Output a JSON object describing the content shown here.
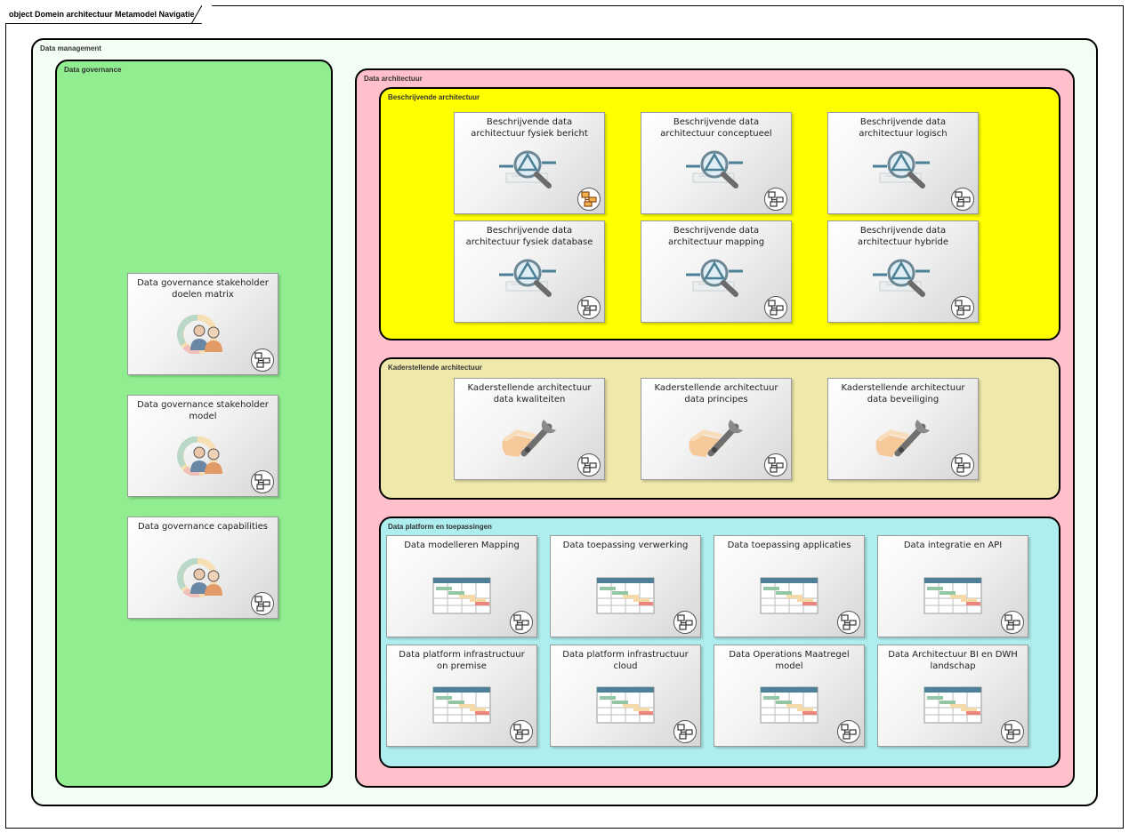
{
  "diagram": {
    "title": "object Domein architectuur Metamodel Navigatie"
  },
  "groups": {
    "data_management": {
      "label": "Data management",
      "color": "#f3fdf3"
    },
    "data_governance": {
      "label": "Data governance",
      "color": "#90ee90"
    },
    "data_architectuur": {
      "label": "Data architectuur",
      "color": "#ffc0cb"
    },
    "beschrijvende": {
      "label": "Beschrijvende architectuur",
      "color": "#ffff00"
    },
    "kaderstellende": {
      "label": "Kaderstellende architectuur",
      "color": "#eee8aa"
    },
    "platform": {
      "label": "Data platform en toepassingen",
      "color": "#afeeee"
    }
  },
  "governance_cards": [
    {
      "title": "Data governance stakeholder doelen matrix",
      "icon": "stakeholder-icon",
      "badge": "navigation-diagram-icon"
    },
    {
      "title": "Data governance stakeholder model",
      "icon": "stakeholder-icon",
      "badge": "navigation-diagram-icon"
    },
    {
      "title": "Data governance capabilities",
      "icon": "stakeholder-icon",
      "badge": "navigation-diagram-icon"
    }
  ],
  "beschrijvende_cards": [
    {
      "title": "Beschrijvende data architectuur fysiek bericht",
      "icon": "magnifier-blueprint-icon",
      "badge": "package-diagram-icon"
    },
    {
      "title": "Beschrijvende data architectuur conceptueel",
      "icon": "magnifier-blueprint-icon",
      "badge": "navigation-diagram-icon"
    },
    {
      "title": "Beschrijvende data architectuur logisch",
      "icon": "magnifier-blueprint-icon",
      "badge": "navigation-diagram-icon"
    },
    {
      "title": "Beschrijvende data architectuur fysiek database",
      "icon": "magnifier-blueprint-icon",
      "badge": "navigation-diagram-icon"
    },
    {
      "title": "Beschrijvende data architectuur mapping",
      "icon": "magnifier-blueprint-icon",
      "badge": "navigation-diagram-icon"
    },
    {
      "title": "Beschrijvende data architectuur hybride",
      "icon": "magnifier-blueprint-icon",
      "badge": "navigation-diagram-icon"
    }
  ],
  "kaderstellende_cards": [
    {
      "title": "Kaderstellende architectuur data kwaliteiten",
      "icon": "hand-wrench-icon",
      "badge": "navigation-diagram-icon"
    },
    {
      "title": "Kaderstellende architectuur data principes",
      "icon": "hand-wrench-icon",
      "badge": "navigation-diagram-icon"
    },
    {
      "title": "Kaderstellende architectuur data beveiliging",
      "icon": "hand-wrench-icon",
      "badge": "navigation-diagram-icon"
    }
  ],
  "platform_cards": [
    {
      "title": "Data modelleren Mapping",
      "icon": "gantt-chart-icon",
      "badge": "navigation-diagram-icon"
    },
    {
      "title": "Data toepassing verwerking",
      "icon": "gantt-chart-icon",
      "badge": "navigation-diagram-icon"
    },
    {
      "title": "Data toepassing applicaties",
      "icon": "gantt-chart-icon",
      "badge": "navigation-diagram-icon"
    },
    {
      "title": "Data integratie en API",
      "icon": "gantt-chart-icon",
      "badge": "navigation-diagram-icon"
    },
    {
      "title": "Data platform infrastructuur on premise",
      "icon": "gantt-chart-icon",
      "badge": "navigation-diagram-icon"
    },
    {
      "title": "Data platform infrastructuur cloud",
      "icon": "gantt-chart-icon",
      "badge": "navigation-diagram-icon"
    },
    {
      "title": "Data Operations Maatregel model",
      "icon": "gantt-chart-icon",
      "badge": "navigation-diagram-icon"
    },
    {
      "title": "Data Architectuur BI en DWH landschap",
      "icon": "gantt-chart-icon",
      "badge": "navigation-diagram-icon"
    }
  ]
}
